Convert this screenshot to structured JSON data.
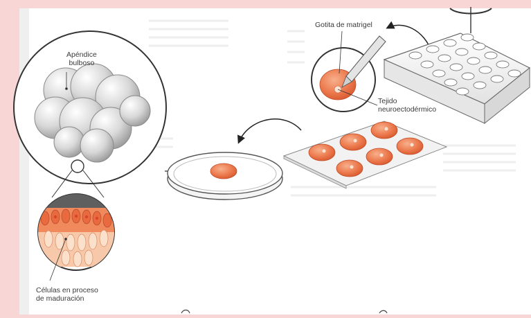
{
  "labels": {
    "apendice_line1": "Apéndice",
    "apendice_line2": "bulboso",
    "gotita": "Gotita de matrigel",
    "tejido_line1": "Tejido",
    "tejido_line2": "neuroectodérmico",
    "celulas_line1": "Células en proceso",
    "celulas_line2": "de maduración"
  },
  "colors": {
    "background": "#f9d6d6",
    "page": "#ffffff",
    "tissue": "#e8704a",
    "tissue_light": "#f4a27d",
    "line": "#3a3a3a"
  }
}
